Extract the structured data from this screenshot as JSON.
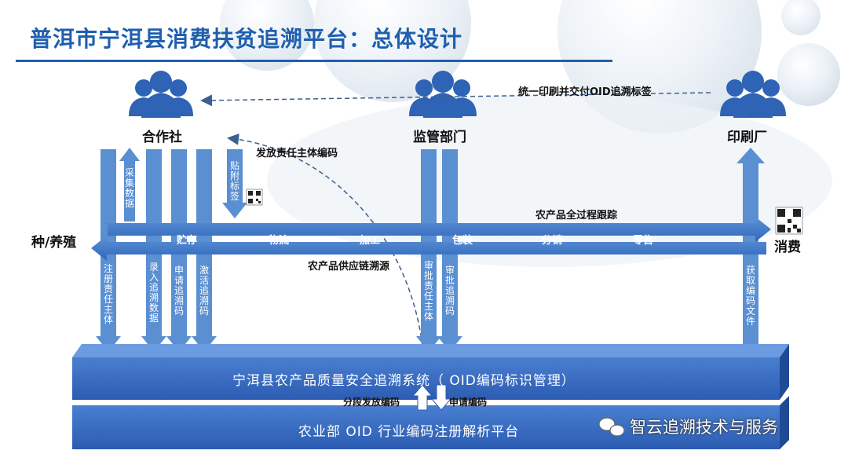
{
  "title": "普洱市宁洱县消费扶贫追溯平台：总体设计",
  "nodes": {
    "cooperative": "合作社",
    "regulator": "监管部门",
    "printer": "印刷厂",
    "farming": "种/养殖",
    "consume": "消费"
  },
  "annotations": {
    "print_deliver": "统一印刷并交付OID追溯标签",
    "issue_code": "发放责任主体编码",
    "full_tracking": "农产品全过程跟踪",
    "supply_trace": "农产品供应链溯源",
    "segment_issue": "分段发放编码",
    "apply_code": "申请编码"
  },
  "stages": [
    "贮存",
    "物流",
    "加工",
    "包装",
    "分销",
    "零售"
  ],
  "vertical_labels": {
    "collect_data": "采集数据",
    "attach_label": "贴附标签",
    "register_entity": "注册责任主体",
    "enter_trace_data": "录入追溯数据",
    "apply_trace_code": "申请追溯码",
    "activate_trace_code": "激活追溯码",
    "approve_entity": "审批责任主体",
    "approve_trace_code": "审批追溯码",
    "get_code_file": "获取编码文件"
  },
  "systems": {
    "upper": "宁洱县农产品质量安全追溯系统（ OID编码标识管理）",
    "lower": "农业部 OID 行业编码注册解析平台"
  },
  "watermark": "智云追溯技术与服务",
  "colors": {
    "primary": "#1f5fae",
    "arrow_light": "#6d9fd8",
    "arrow_dark": "#3f79c4",
    "bar_top": "#3c72c6",
    "bar_bottom": "#2b5cb2"
  }
}
